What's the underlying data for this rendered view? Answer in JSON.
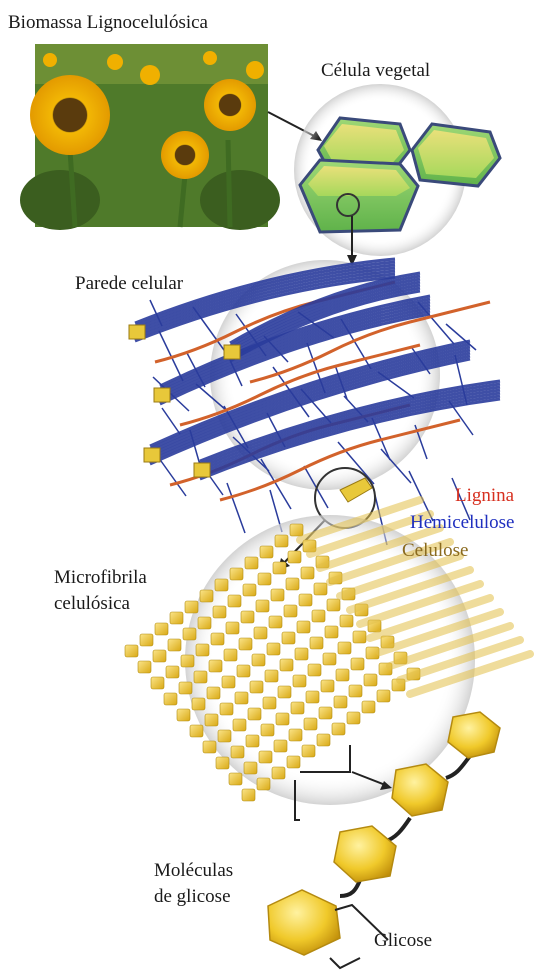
{
  "labels": {
    "biomass": "Biomassa Lignocelulósica",
    "plant_cell": "Célula vegetal",
    "cell_wall": "Parede celular",
    "lignin": "Lignina",
    "hemicellulose": "Hemicelulose",
    "cellulose": "Celulose",
    "microfibril_line1": "Microfibrila",
    "microfibril_line2": "celulósica",
    "molecules_line1": "Moléculas",
    "molecules_line2": "de glicose",
    "glucose": "Glicose"
  },
  "colors": {
    "lignin": "#d7301f",
    "hemicellulose": "#1f2fbf",
    "cellulose": "#8a6a1e",
    "fiber_blue": "#2a3c9c",
    "lignin_strand": "#d2622b",
    "cellulose_gold": "#e8c83a",
    "cell_green": "#8cd06a",
    "cell_outline": "#3a4a7a"
  }
}
